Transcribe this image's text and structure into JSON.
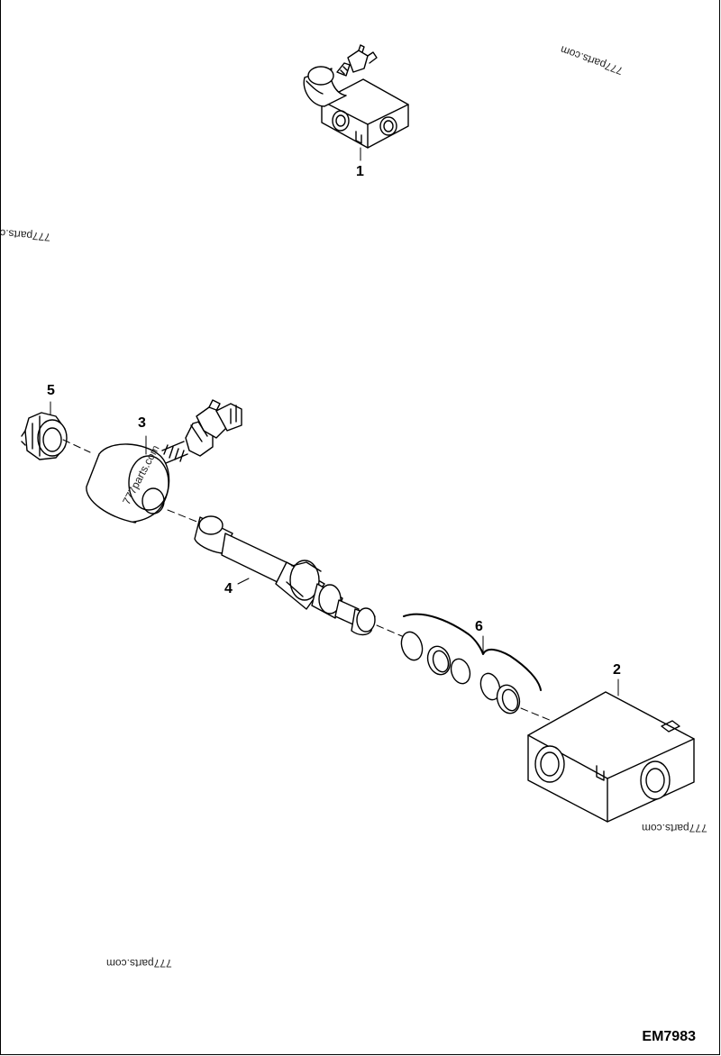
{
  "callouts": {
    "c1": "1",
    "c2": "2",
    "c3": "3",
    "c4": "4",
    "c5": "5",
    "c6": "6"
  },
  "drawing_code": "EM7983",
  "watermarks": {
    "w1": "777parts.com",
    "w2": "777parts.c",
    "w3": "777parts.com",
    "w4": "777parts.com",
    "w5": "777parts.com"
  }
}
